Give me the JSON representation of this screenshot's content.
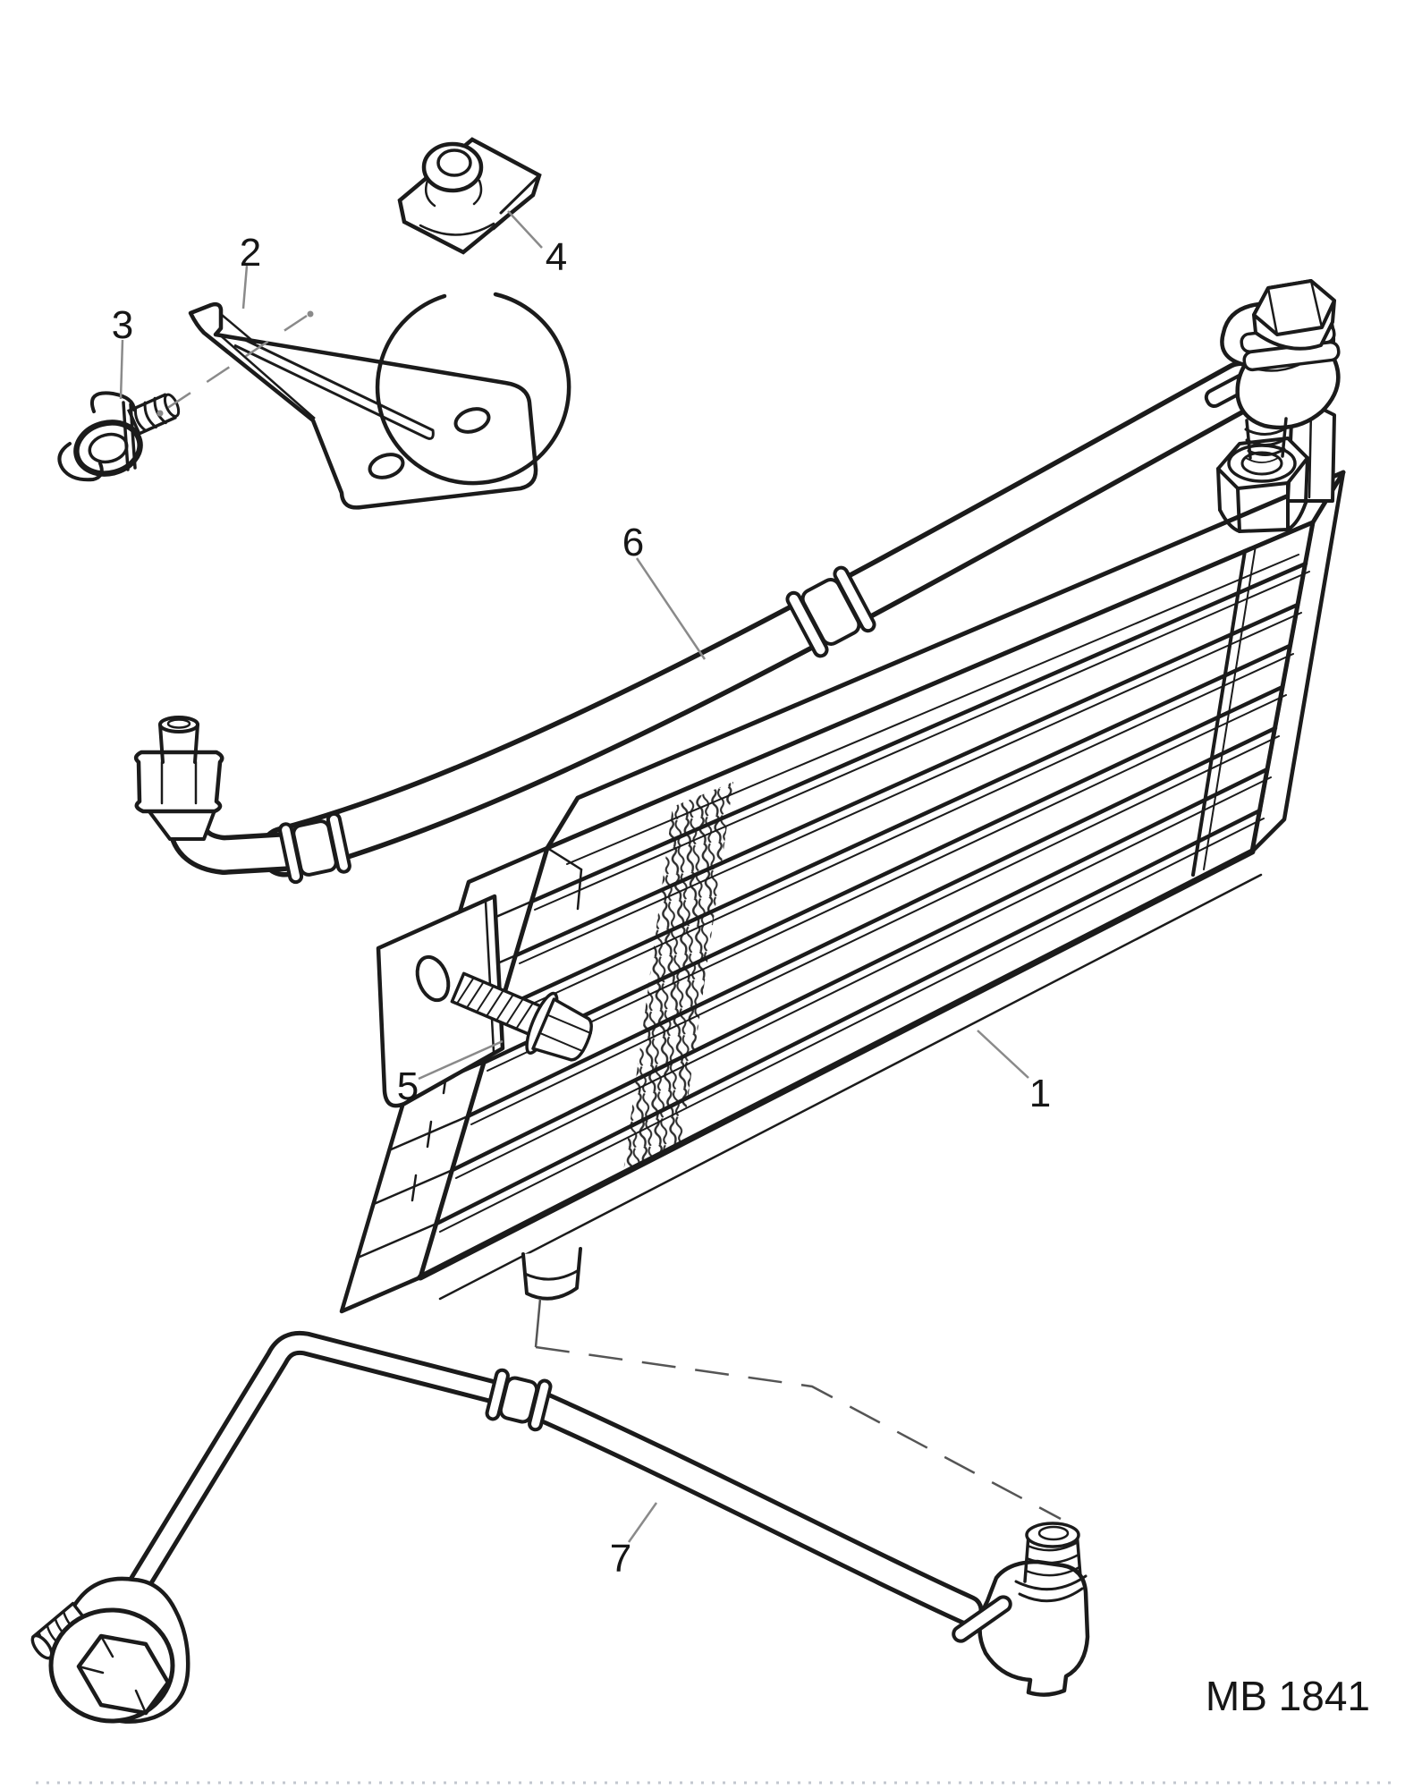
{
  "figure": {
    "code": "MB 1841"
  },
  "callouts": {
    "c1": "1",
    "c2": "2",
    "c3": "3",
    "c4": "4",
    "c5": "5",
    "c6": "6",
    "c7": "7"
  },
  "colors": {
    "line": "#1b1b1b",
    "leader": "#8a8a8a",
    "dashed_leader": "#555555",
    "page_border_dots": "#c2c7cf",
    "background": "#ffffff"
  }
}
